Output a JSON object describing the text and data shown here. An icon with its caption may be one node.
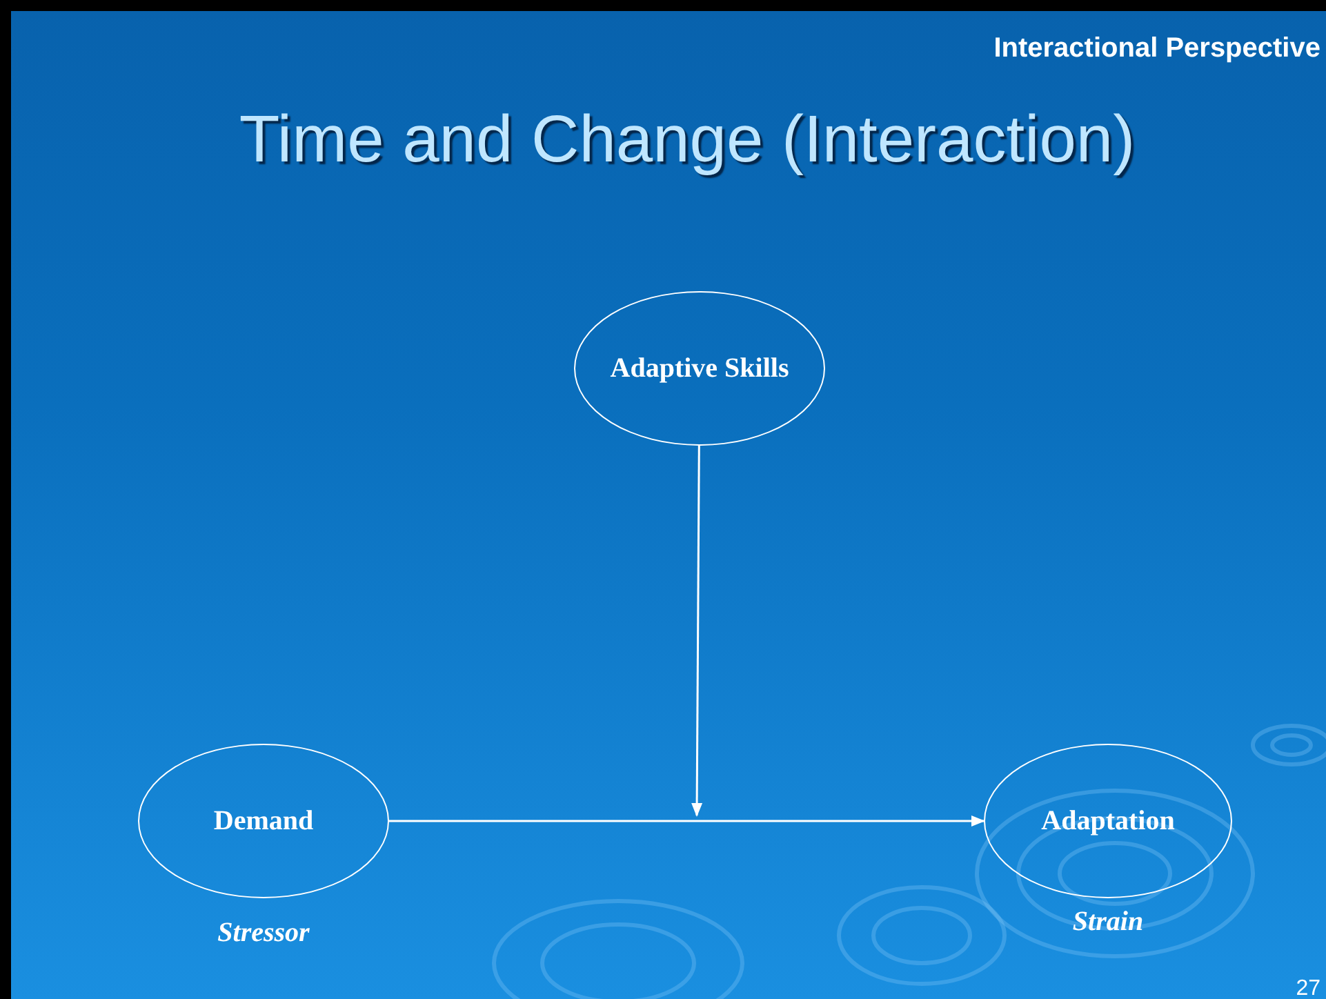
{
  "diagram": {
    "title": "Time and Change (Interaction)",
    "nodes": [
      {
        "text": [
          "Adaptive Skills"
        ]
      },
      {
        "text": [
          "Demand"
        ],
        "beside": [
          "Stressor"
        ]
      },
      {
        "text": [
          "Adaptation"
        ],
        "beside": [
          "Strain"
        ]
      }
    ],
    "edges": [
      {
        "from": 1,
        "to": 2,
        "arrow": "to"
      },
      {
        "from": 0,
        "to": null,
        "arrow": "to"
      }
    ],
    "labels": [
      "Interactional Perspective",
      "27"
    ]
  }
}
